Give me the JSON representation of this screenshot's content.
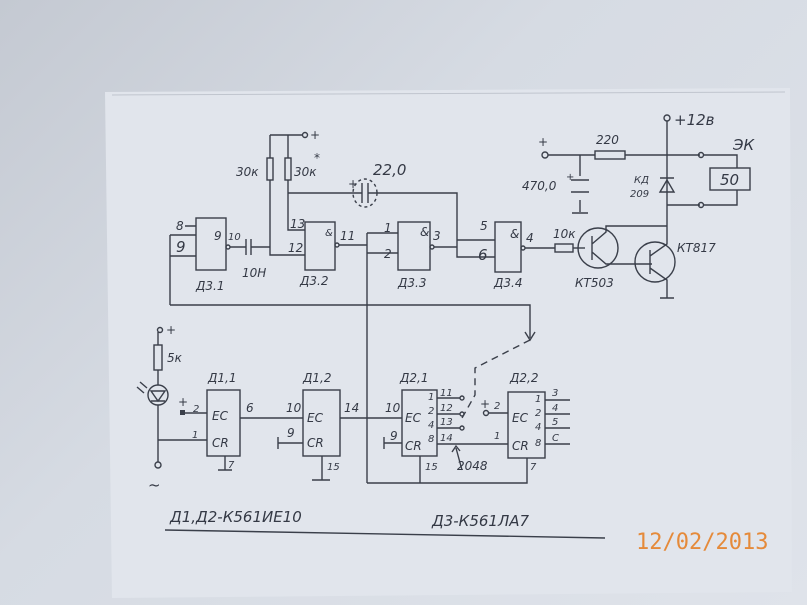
{
  "labels": {
    "d31": "Д3.1",
    "d32": "Д3.2",
    "d33": "Д3.3",
    "d34": "Д3.4",
    "p8a": "8",
    "p9a": "9",
    "p9b": "9",
    "p10a": "10",
    "cap10n": "10Н",
    "r30k_l": "30к",
    "r30k_r": "30к",
    "star": "*",
    "plus_top": "+",
    "p13": "13",
    "p12": "12",
    "p8b": "&",
    "p11": "11",
    "cap22": "22,0",
    "cap22_plus": "+",
    "p1": "1",
    "p2": "2",
    "p8c": "&",
    "p3": "3",
    "p5": "5",
    "p6": "6",
    "p9c": "&",
    "p4": "4",
    "r10k": "10к",
    "kt503": "КТ503",
    "kt817": "КТ817",
    "plus_in": "+",
    "r220": "220",
    "c470": "470,0",
    "c470_plus": "+",
    "vcc": "+12в",
    "diode": "КД",
    "diode2": "209",
    "relay_label": "ЭК",
    "relay_value": "50",
    "led_plus": "+",
    "r5k": "5к",
    "ac": "~",
    "d11": "Д1,1",
    "d12": "Д1,2",
    "d21": "Д2,1",
    "d22": "Д2,2",
    "d11_plus": "+",
    "d11_p2": "2",
    "d11_p1": "1",
    "d11_ec": "EC",
    "d11_cr": "CR",
    "d11_p6": "6",
    "d11_p7": "7",
    "d12_p10": "10",
    "d12_p9": "9",
    "d12_ec": "EC",
    "d12_cr": "CR",
    "d12_p14": "14",
    "d12_p15": "15",
    "d21_p10": "10",
    "d21_p9": "9",
    "d21_ec": "EC",
    "d21_cr": "CR",
    "d21_p15": "15",
    "d21_o1": "1",
    "d21_o2": "2",
    "d21_o4": "4",
    "d21_o8": "8",
    "d21_n11": "11",
    "d21_n12": "12",
    "d21_n13": "13",
    "d21_n14": "14",
    "n2048": "2048",
    "d22_plus": "+",
    "d22_p2": "2",
    "d22_p1": "1",
    "d22_ec": "EC",
    "d22_cr": "CR",
    "d22_p7": "7",
    "d22_o1": "1",
    "d22_o2": "2",
    "d22_o4": "4",
    "d22_o8": "8",
    "d22_n3": "3",
    "d22_n4": "4",
    "d22_n5": "5",
    "d22_nc": "C"
  },
  "footer": {
    "note_left": "Д1,Д2-К561ИЕ10",
    "note_right": "Д3-К561ЛА7"
  },
  "date_stamp": "12/02/2013"
}
